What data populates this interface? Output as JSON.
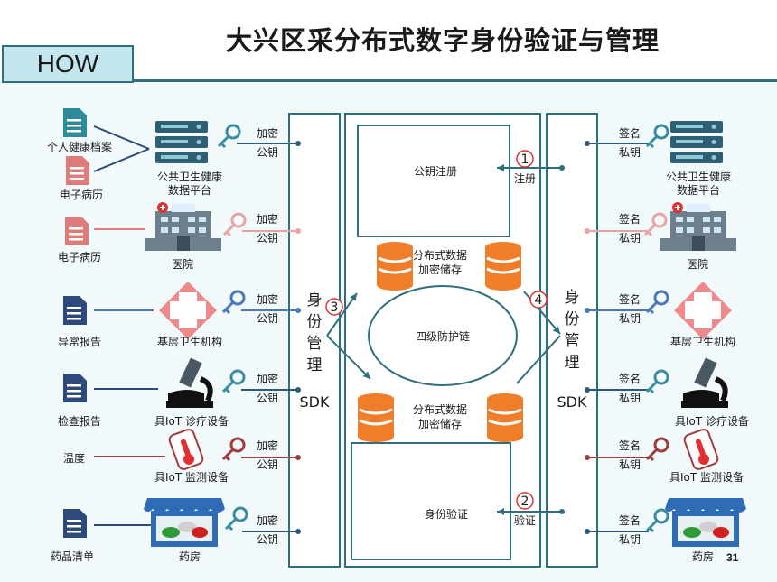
{
  "header": {
    "tab_label": "HOW",
    "title": "大兴区采分布式数字身份验证与管理"
  },
  "left_sources": {
    "health_record": "个人健康档案",
    "emr_1": "电子病历",
    "emr_2": "电子病历",
    "abnormal_report": "异常报告",
    "exam_report": "检查报告",
    "temperature": "温度",
    "drug_list": "药品清单"
  },
  "entities": [
    "公共卫生健康\n数据平台",
    "医院",
    "基层卫生机构",
    "具IoT 诊疗设备",
    "具IoT 监测设备",
    "药房"
  ],
  "left_keys": [
    "加密\n公钥",
    "加密\n公钥",
    "加密\n公钥",
    "加密\n公钥",
    "加密\n公钥",
    "加密\n公钥"
  ],
  "right_keys": [
    "签名\n私钥",
    "签名\n私钥",
    "签名\n私钥",
    "签名\n私钥",
    "签名\n私钥",
    "签名\n私钥"
  ],
  "left_panel": {
    "vertical_text": "身份管理",
    "sdk": "SDK"
  },
  "right_panel": {
    "vertical_text": "身份管理",
    "sdk": "SDK"
  },
  "center": {
    "register_box": "公钥注册",
    "verify_box": "身份验证",
    "storage_top": "分布式数据\n加密储存",
    "storage_bottom": "分布式数据\n加密储存",
    "chain": "四级防护链",
    "register_label": "注册",
    "verify_label": "验证"
  },
  "steps": [
    "1",
    "2",
    "3",
    "4"
  ],
  "page_number": "31",
  "colors": {
    "teal_dark": "#2f6f7e",
    "doc_teal": "#2e8b99",
    "doc_pink": "#e07b7b",
    "doc_navy": "#2d4a7a",
    "hospital": "#6d7f8c",
    "cross_pink": "#f08a8a",
    "storage_orange": "#f07d2a",
    "key_teal": "#3a8da0",
    "key_pink": "#e8a4a4",
    "key_blue": "#4a78b8",
    "key_red": "#a23b3b",
    "step_red": "#e03030"
  }
}
